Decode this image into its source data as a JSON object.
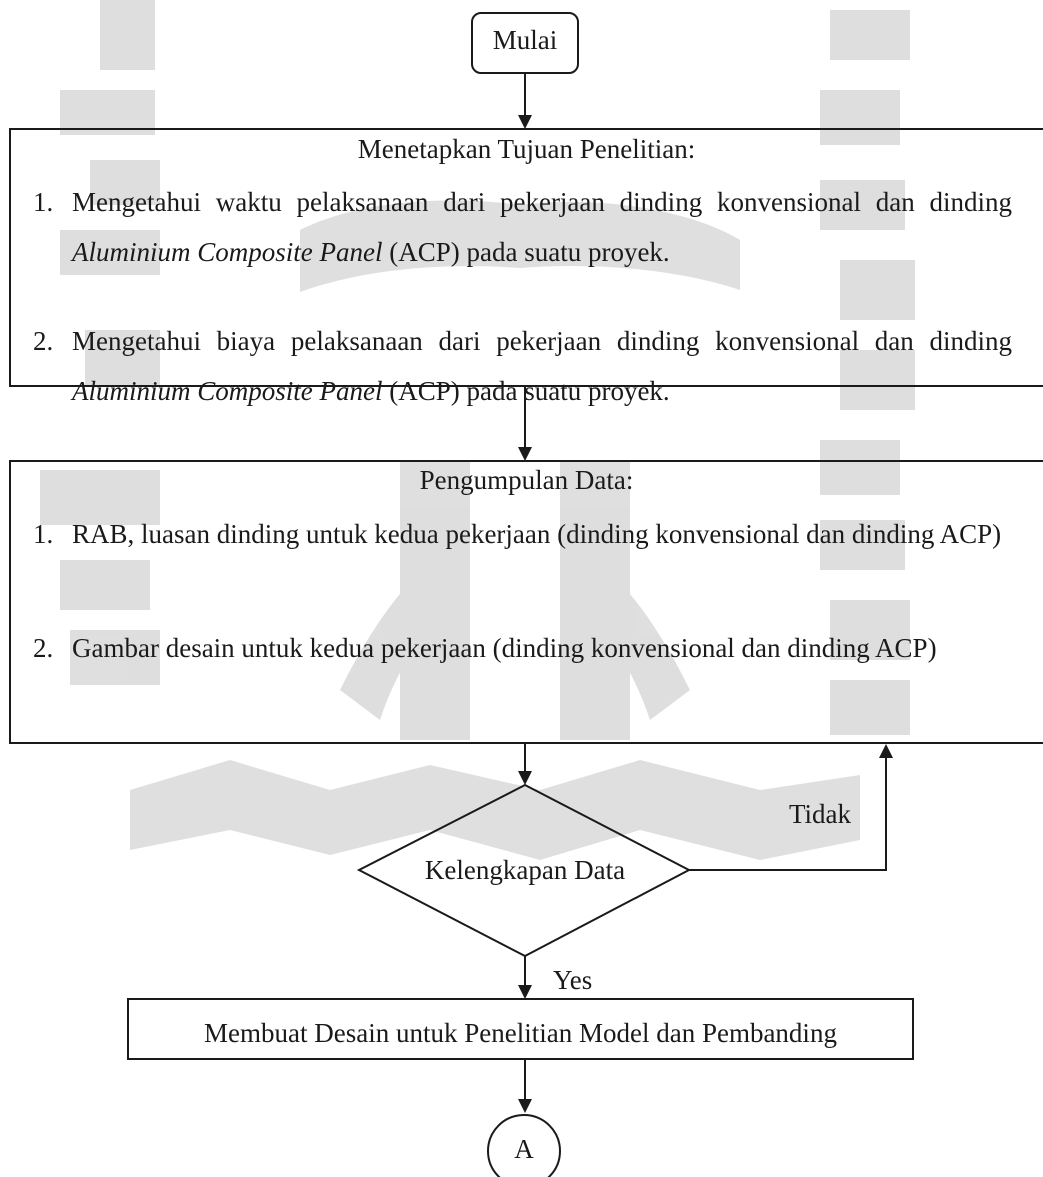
{
  "start": {
    "label": "Mulai"
  },
  "goals": {
    "title": "Menetapkan Tujuan Penelitian:",
    "items": [
      {
        "number": "1.",
        "pre": "Mengetahui waktu pelaksanaan dari pekerjaan dinding konvensional dan dinding ",
        "italic": "Aluminium Composite Panel",
        "post": " (ACP) pada suatu proyek."
      },
      {
        "number": "2.",
        "pre": "Mengetahui biaya pelaksanaan dari pekerjaan dinding konvensional dan dinding ",
        "italic": "Aluminium Composite Panel",
        "post": " (ACP) pada suatu proyek."
      }
    ]
  },
  "data_collection": {
    "title": "Pengumpulan Data:",
    "items": [
      {
        "number": "1.",
        "text": "RAB, luasan dinding untuk kedua pekerjaan (dinding konvensional dan dinding ACP)"
      },
      {
        "number": "2.",
        "text": "Gambar desain untuk kedua pekerjaan (dinding konvensional dan dinding ACP)"
      }
    ]
  },
  "decision": {
    "label": "Kelengkapan Data",
    "no_label": "Tidak",
    "yes_label": "Yes"
  },
  "design_step": {
    "label": "Membuat Desain untuk Penelitian Model dan Pembanding"
  },
  "connector": {
    "label": "A"
  },
  "colors": {
    "line": "#1a1a1a",
    "watermark": "#d9d9d9",
    "background": "#ffffff"
  }
}
